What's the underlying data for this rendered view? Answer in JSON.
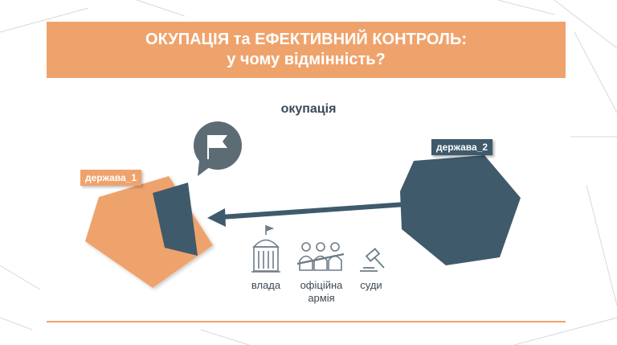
{
  "slide": {
    "title_line1": "ОКУПАЦІЯ та ЕФЕКТИВНИЙ КОНТРОЛЬ:",
    "title_line2": "у чому відмінність?",
    "subtitle": "окупація"
  },
  "states": {
    "state1_label": "держава_1",
    "state2_label": "держава_2"
  },
  "institutions": {
    "power": "влада",
    "army_line1": "офіційна",
    "army_line2": "армія",
    "courts": "суди"
  },
  "colors": {
    "orange": "#efa36c",
    "dark": "#3f5a6b",
    "text": "#3b4a57"
  },
  "icons": [
    "flag-speech-bubble-icon",
    "government-building-icon",
    "soldiers-crossed-icon",
    "gavel-icon"
  ]
}
